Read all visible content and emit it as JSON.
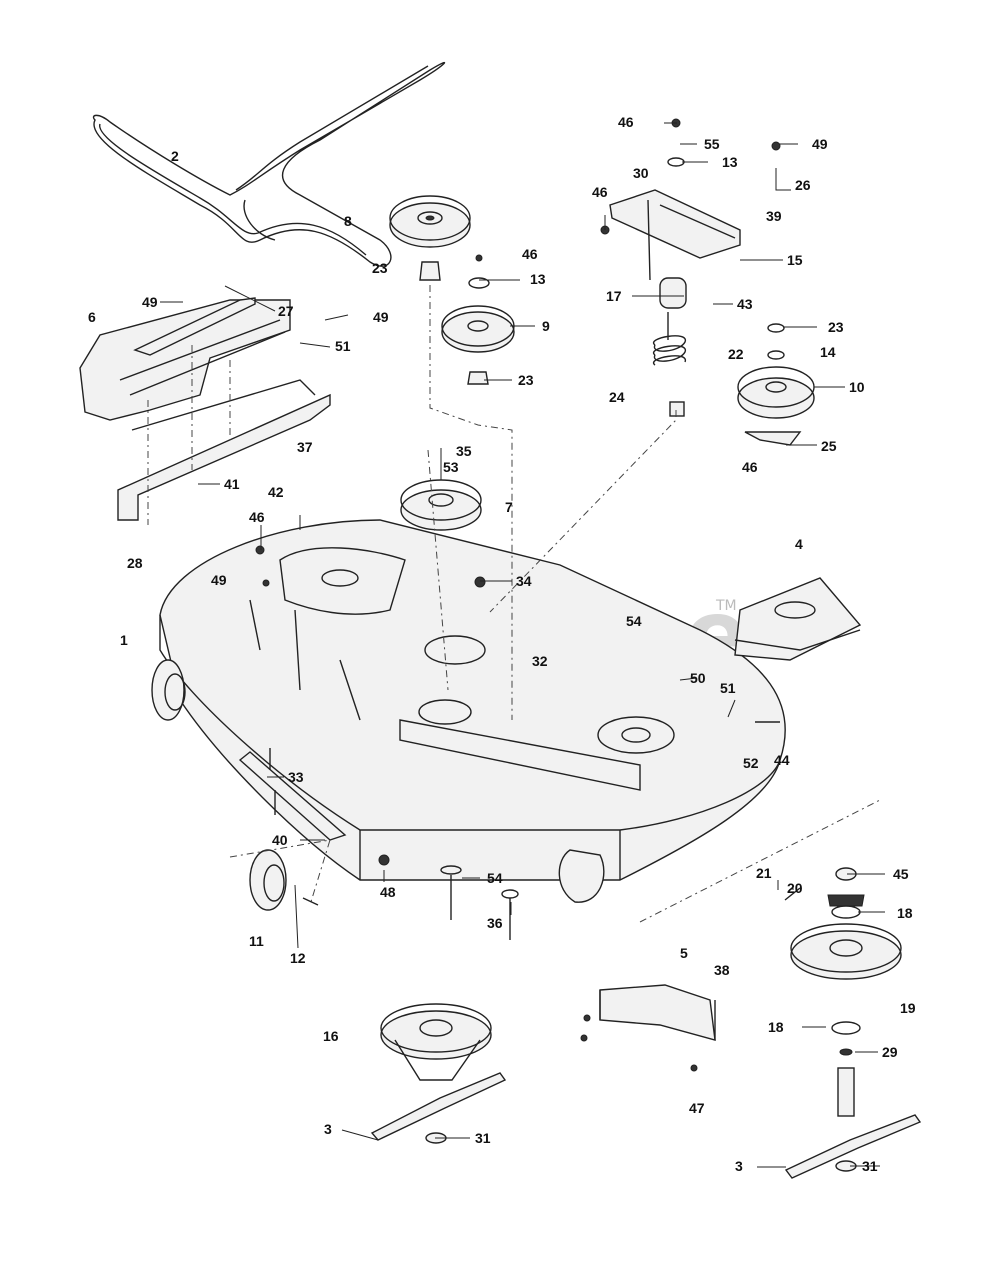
{
  "watermark": {
    "text": "PartsTree",
    "tm": "TM"
  },
  "labels": [
    "1",
    "2",
    "3",
    "3",
    "4",
    "5",
    "6",
    "7",
    "8",
    "9",
    "10",
    "11",
    "12",
    "13",
    "13",
    "14",
    "15",
    "16",
    "17",
    "18",
    "18",
    "19",
    "20",
    "21",
    "22",
    "23",
    "23",
    "23",
    "24",
    "25",
    "26",
    "27",
    "28",
    "29",
    "30",
    "31",
    "31",
    "32",
    "33",
    "34",
    "35",
    "36",
    "37",
    "38",
    "39",
    "40",
    "41",
    "42",
    "43",
    "44",
    "45",
    "46",
    "46",
    "46",
    "46",
    "46",
    "47",
    "48",
    "49",
    "49",
    "49",
    "49",
    "50",
    "51",
    "51",
    "52",
    "53",
    "54",
    "54",
    "55"
  ]
}
